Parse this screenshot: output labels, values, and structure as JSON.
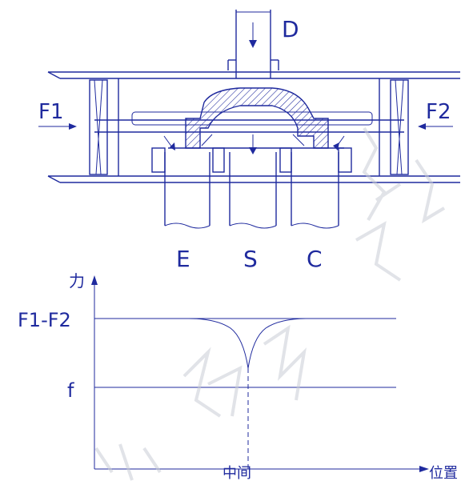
{
  "diagram": {
    "labels": {
      "D": "D",
      "F1": "F1",
      "F2": "F2",
      "E": "E",
      "S": "S",
      "C": "C"
    }
  },
  "graph": {
    "y_label": "力",
    "x_label": "位置",
    "tick_high": "F1-F2",
    "tick_low": "f",
    "center_label": "中间"
  },
  "colors": {
    "ink": "#1f2a9e"
  }
}
